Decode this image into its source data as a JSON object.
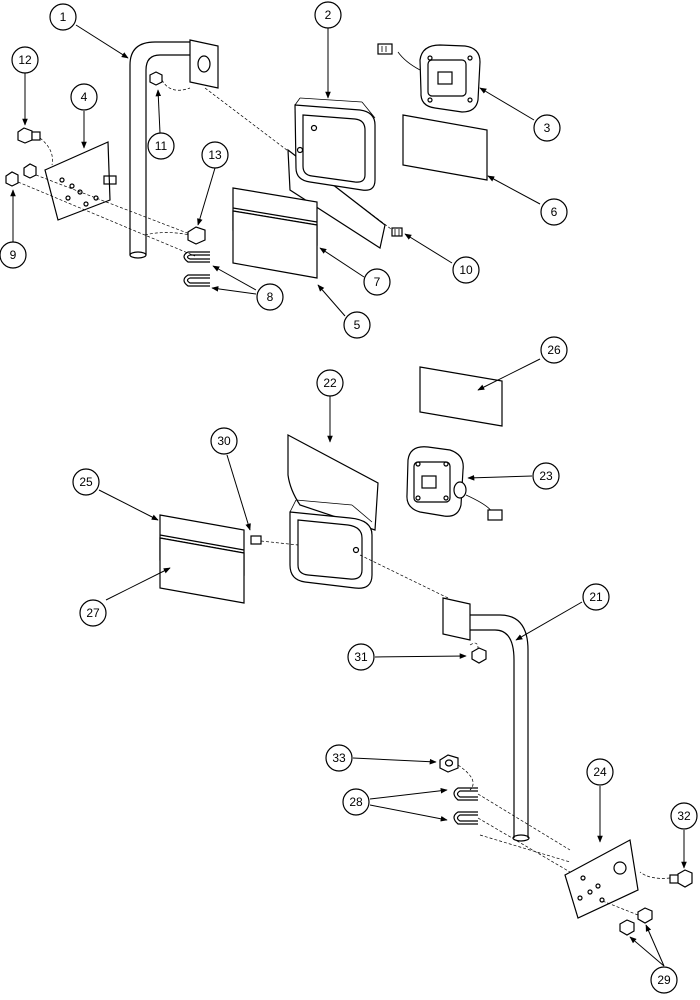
{
  "callouts": [
    {
      "id": "c1",
      "label": "1"
    },
    {
      "id": "c2",
      "label": "2"
    },
    {
      "id": "c3",
      "label": "3"
    },
    {
      "id": "c4",
      "label": "4"
    },
    {
      "id": "c5",
      "label": "5"
    },
    {
      "id": "c6",
      "label": "6"
    },
    {
      "id": "c7",
      "label": "7"
    },
    {
      "id": "c8",
      "label": "8"
    },
    {
      "id": "c9",
      "label": "9"
    },
    {
      "id": "c10",
      "label": "10"
    },
    {
      "id": "c11",
      "label": "11"
    },
    {
      "id": "c12",
      "label": "12"
    },
    {
      "id": "c13",
      "label": "13"
    },
    {
      "id": "c21",
      "label": "21"
    },
    {
      "id": "c22",
      "label": "22"
    },
    {
      "id": "c23",
      "label": "23"
    },
    {
      "id": "c24",
      "label": "24"
    },
    {
      "id": "c25",
      "label": "25"
    },
    {
      "id": "c26",
      "label": "26"
    },
    {
      "id": "c27",
      "label": "27"
    },
    {
      "id": "c28",
      "label": "28"
    },
    {
      "id": "c29",
      "label": "29"
    },
    {
      "id": "c30",
      "label": "30"
    },
    {
      "id": "c31",
      "label": "31"
    },
    {
      "id": "c32",
      "label": "32"
    },
    {
      "id": "c33",
      "label": "33"
    }
  ]
}
